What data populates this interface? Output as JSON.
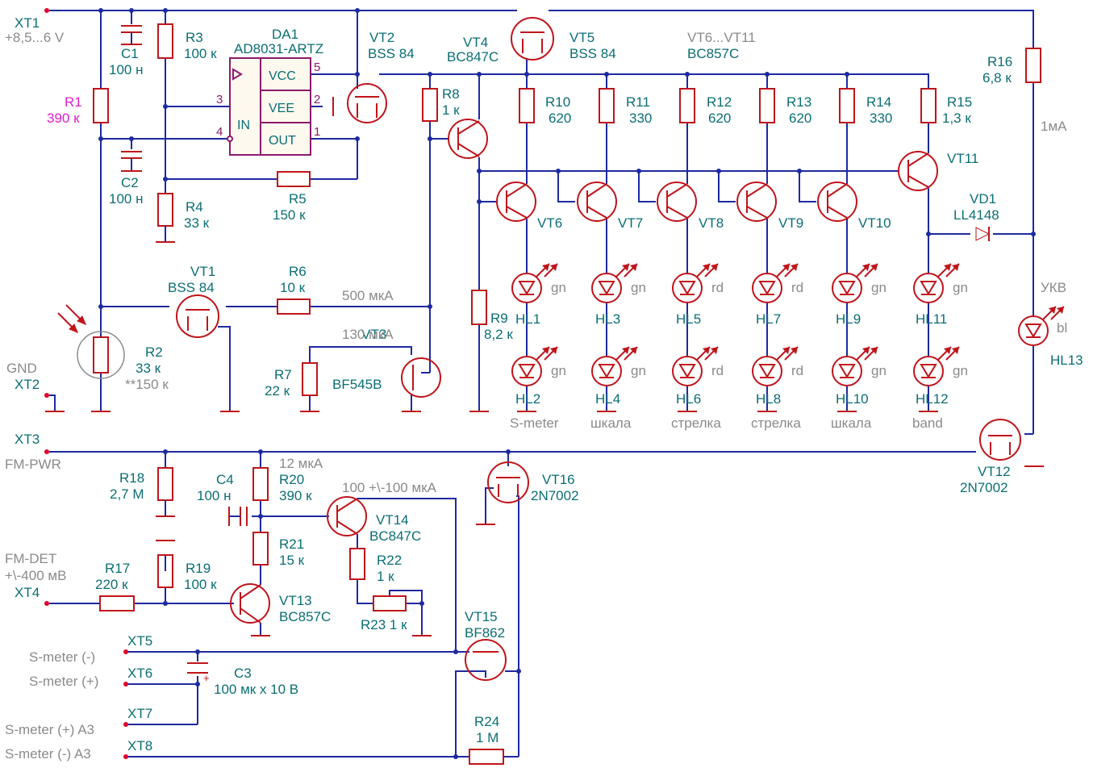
{
  "colors": {
    "wire": "#1e2aa0",
    "component": "#c0141b",
    "label": "#0b6e74",
    "note": "#8a8a8a",
    "highlight": "#e020d0",
    "ic": "#8b1a6b"
  },
  "connectors": [
    {
      "id": "xt1",
      "name": "XT1",
      "desc": "+8,5...6 V"
    },
    {
      "id": "xt2",
      "name": "XT2",
      "desc": "GND"
    },
    {
      "id": "xt3",
      "name": "XT3",
      "desc": "FM-PWR"
    },
    {
      "id": "xt4",
      "name": "XT4",
      "desc": "FM-DET",
      "desc2": "+\\-400 мВ"
    },
    {
      "id": "xt5",
      "name": "XT5",
      "desc": "S-meter (-)"
    },
    {
      "id": "xt6",
      "name": "XT6",
      "desc": "S-meter (+)"
    },
    {
      "id": "xt7",
      "name": "XT7",
      "desc": "S-meter (+) A3"
    },
    {
      "id": "xt8",
      "name": "XT8",
      "desc": "S-meter (-) A3"
    }
  ],
  "ic": {
    "ref": "DA1",
    "part": "AD8031-ARTZ",
    "pins": {
      "vcc": "VCC",
      "vee": "VEE",
      "out": "OUT",
      "in": "IN",
      "n5": "5",
      "n3": "3",
      "n2": "2",
      "n4": "4",
      "n1": "1"
    }
  },
  "resistors": [
    {
      "ref": "R1",
      "value": "390 к"
    },
    {
      "ref": "R2",
      "value": "33 к",
      "note": "**150 к"
    },
    {
      "ref": "R3",
      "value": "100 к"
    },
    {
      "ref": "R4",
      "value": "33 к"
    },
    {
      "ref": "R5",
      "value": "150 к"
    },
    {
      "ref": "R6",
      "value": "10 к"
    },
    {
      "ref": "R7",
      "value": "22 к"
    },
    {
      "ref": "R8",
      "value": "1 к"
    },
    {
      "ref": "R9",
      "value": "8,2 к"
    },
    {
      "ref": "R10",
      "value": "620"
    },
    {
      "ref": "R11",
      "value": "330"
    },
    {
      "ref": "R12",
      "value": "620"
    },
    {
      "ref": "R13",
      "value": "620"
    },
    {
      "ref": "R14",
      "value": "330"
    },
    {
      "ref": "R15",
      "value": "1,3 к"
    },
    {
      "ref": "R16",
      "value": "6,8 к"
    },
    {
      "ref": "R17",
      "value": "220 к"
    },
    {
      "ref": "R18",
      "value": "2,7 М"
    },
    {
      "ref": "R19",
      "value": "100 к"
    },
    {
      "ref": "R20",
      "value": "390 к"
    },
    {
      "ref": "R21",
      "value": "15 к"
    },
    {
      "ref": "R22",
      "value": "1 к"
    },
    {
      "ref": "R23",
      "value": "R23 1 к"
    },
    {
      "ref": "R24",
      "value": "1 М"
    }
  ],
  "capacitors": [
    {
      "ref": "C1",
      "value": "100 н"
    },
    {
      "ref": "C2",
      "value": "100 н"
    },
    {
      "ref": "C3",
      "value": "100 мк x 10 В"
    },
    {
      "ref": "C4",
      "value": "100 н"
    }
  ],
  "transistors": [
    {
      "ref": "VT1",
      "part": "BSS 84"
    },
    {
      "ref": "VT2",
      "part": "BSS 84"
    },
    {
      "ref": "VT3",
      "part": "BF545B"
    },
    {
      "ref": "VT4",
      "part": "BC847C"
    },
    {
      "ref": "VT5",
      "part": "BSS 84"
    },
    {
      "ref": "VT6_11",
      "part": "BC857C",
      "label": "VT6...VT11"
    },
    {
      "ref": "VT6"
    },
    {
      "ref": "VT7"
    },
    {
      "ref": "VT8"
    },
    {
      "ref": "VT9"
    },
    {
      "ref": "VT10"
    },
    {
      "ref": "VT11"
    },
    {
      "ref": "VT12",
      "part": "2N7002"
    },
    {
      "ref": "VT13",
      "part": "BC857C"
    },
    {
      "ref": "VT14",
      "part": "BC847C"
    },
    {
      "ref": "VT15",
      "part": "BF862"
    },
    {
      "ref": "VT16",
      "part": "2N7002"
    }
  ],
  "diode": {
    "ref": "VD1",
    "part": "LL4148"
  },
  "leds": [
    {
      "ref": "HL1",
      "color": "gn"
    },
    {
      "ref": "HL2",
      "color": "gn"
    },
    {
      "ref": "HL3",
      "color": "gn"
    },
    {
      "ref": "HL4",
      "color": "gn"
    },
    {
      "ref": "HL5",
      "color": "rd"
    },
    {
      "ref": "HL6",
      "color": "rd"
    },
    {
      "ref": "HL7",
      "color": "rd"
    },
    {
      "ref": "HL8",
      "color": "rd"
    },
    {
      "ref": "HL9",
      "color": "gn"
    },
    {
      "ref": "HL10",
      "color": "gn"
    },
    {
      "ref": "HL11",
      "color": "gn"
    },
    {
      "ref": "HL12",
      "color": "gn"
    },
    {
      "ref": "HL13",
      "color": "bl",
      "label": "УКВ"
    }
  ],
  "groups": [
    "S-meter",
    "шкала",
    "стрелка",
    "стрелка",
    "шкала",
    "band"
  ],
  "notes": {
    "i500": "500 мкА",
    "i130": "130 мкА",
    "i1ma": "1мА",
    "i12": "12 мкА",
    "i100": "100 +\\-100 мкА"
  }
}
